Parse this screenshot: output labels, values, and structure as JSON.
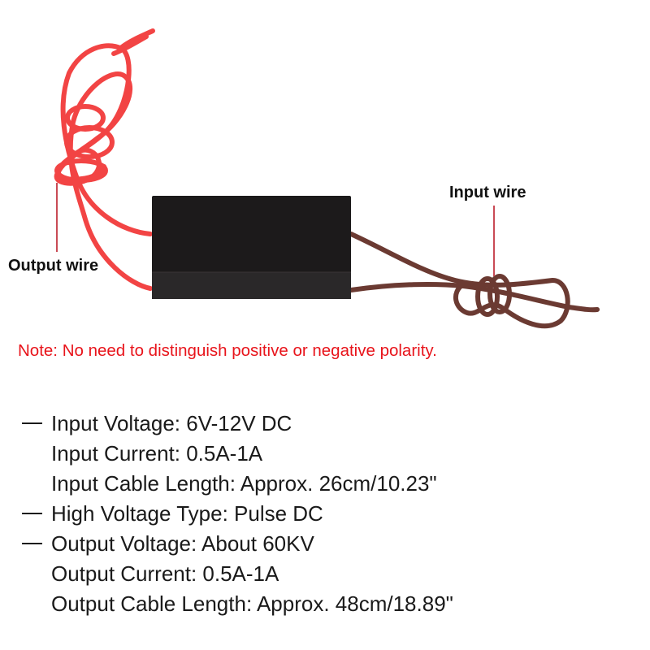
{
  "labels": {
    "output_wire": "Output wire",
    "input_wire": "Input wire"
  },
  "note": "Note: No need to distinguish positive or negative polarity.",
  "specs": [
    {
      "bullet": true,
      "text": "Input Voltage: 6V-12V DC"
    },
    {
      "bullet": false,
      "text": "Input Current: 0.5A-1A"
    },
    {
      "bullet": false,
      "text": "Input Cable Length: Approx. 26cm/10.23\""
    },
    {
      "bullet": true,
      "text": "High Voltage Type: Pulse DC"
    },
    {
      "bullet": true,
      "text": "Output Voltage: About 60KV"
    },
    {
      "bullet": false,
      "text": "Output Current: 0.5A-1A"
    },
    {
      "bullet": false,
      "text": "Output Cable Length: Approx. 48cm/18.89\""
    }
  ],
  "colors": {
    "note_text": "#e8141b",
    "output_wire": "#f23a3a",
    "input_wire": "#6b3a32",
    "module_body": "#1c1a1b",
    "pointer_line": "#c94a55"
  }
}
